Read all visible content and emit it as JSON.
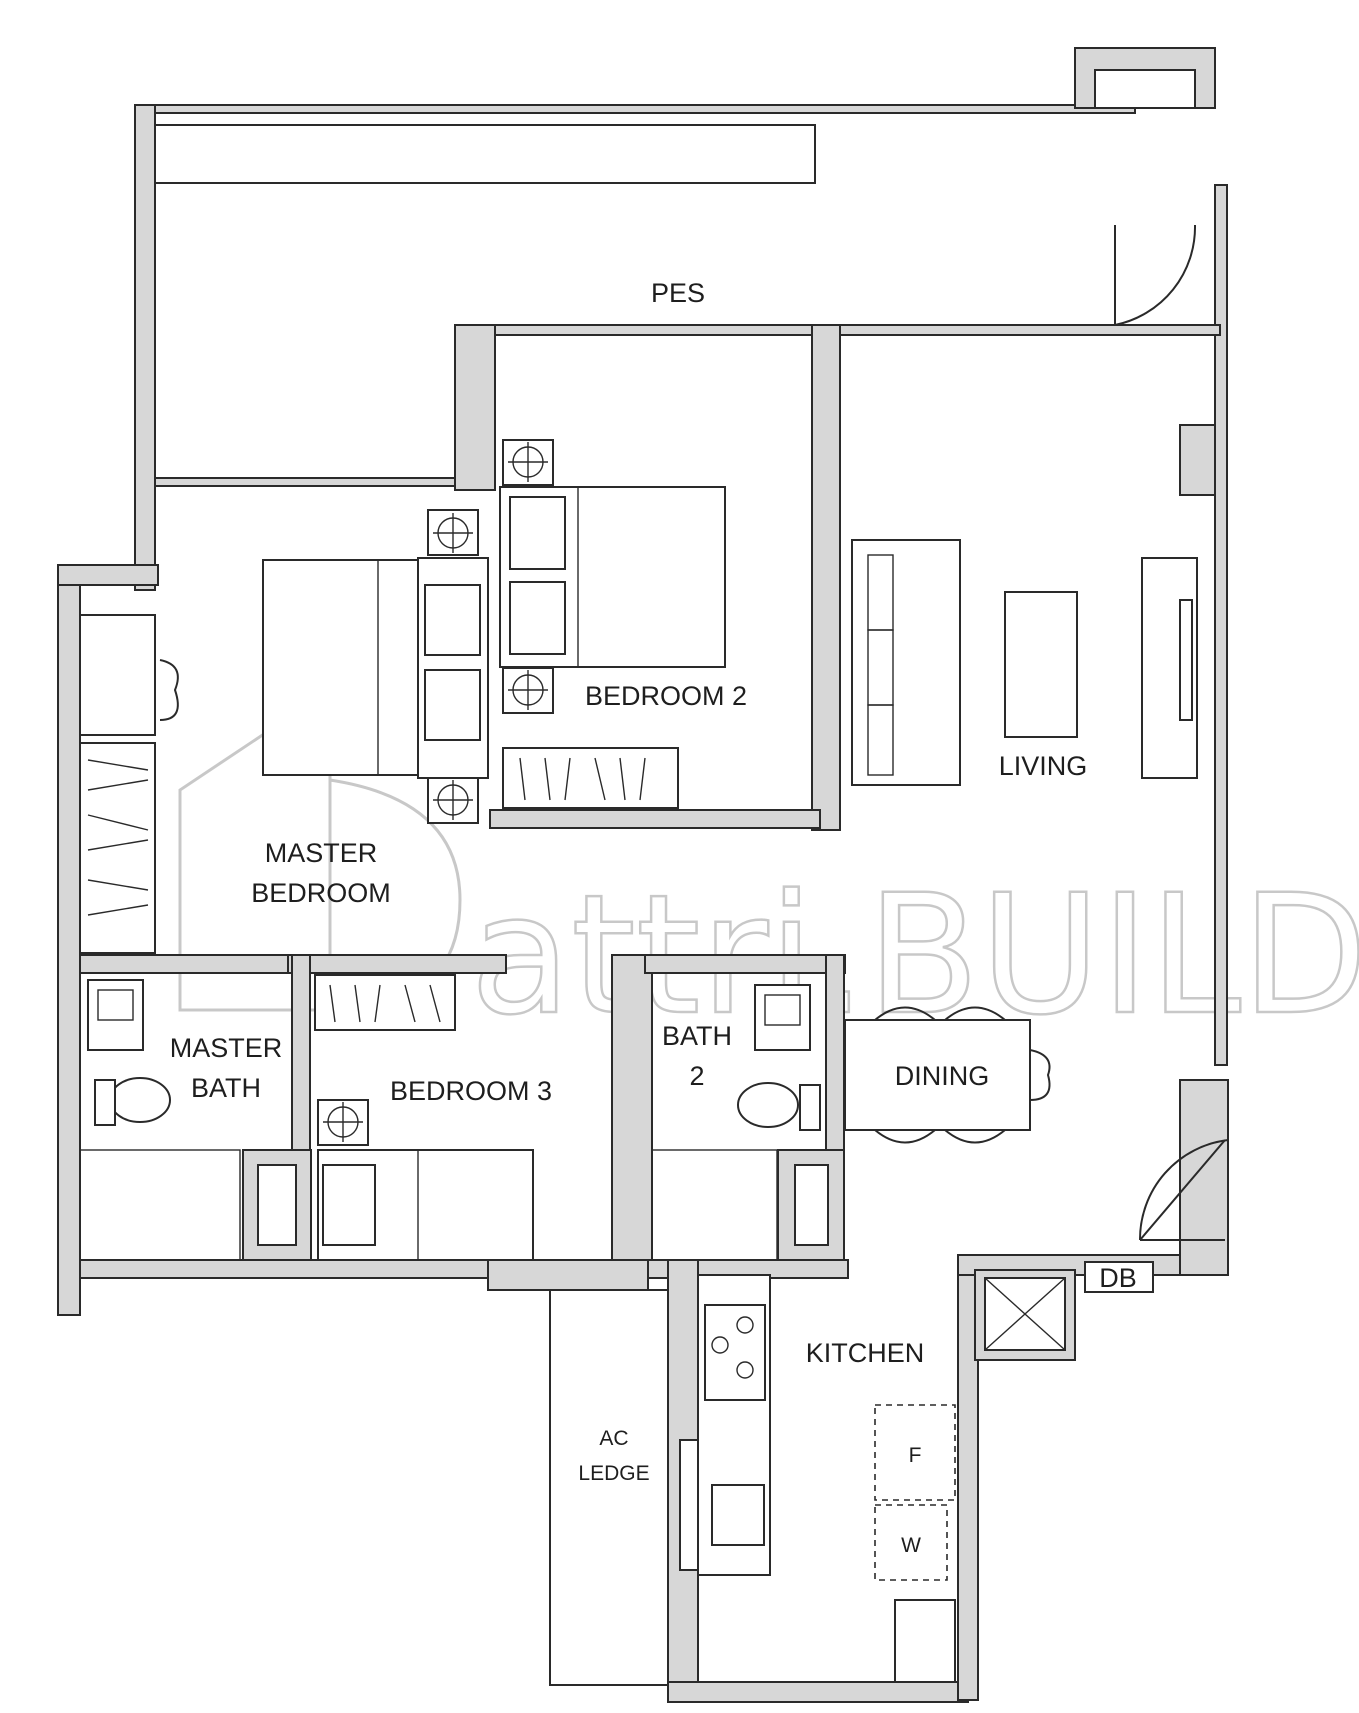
{
  "rooms": {
    "pes": "PES",
    "bedroom2": "BEDROOM 2",
    "living": "LIVING",
    "master_bedroom_line1": "MASTER",
    "master_bedroom_line2": "BEDROOM",
    "master_bath_line1": "MASTER",
    "master_bath_line2": "BATH",
    "bedroom3": "BEDROOM 3",
    "bath2_line1": "BATH",
    "bath2_line2": "2",
    "dining": "DINING",
    "db": "DB",
    "kitchen": "KITCHEN",
    "ac_ledge_line1": "AC",
    "ac_ledge_line2": "LEDGE",
    "fridge": "F",
    "washer": "W"
  },
  "watermark": {
    "text": "attri.BUILD"
  },
  "colors": {
    "wall_fill": "#d7d7d7",
    "line": "#2a2a2a",
    "watermark": "#c8c8c8"
  }
}
